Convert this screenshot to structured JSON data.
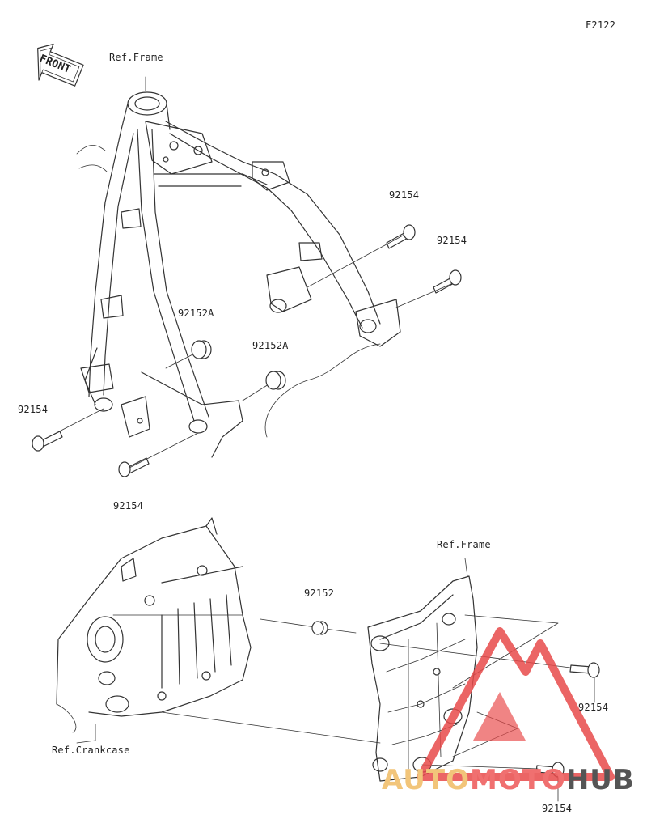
{
  "diagram": {
    "code": "F2122",
    "front_label": "FRONT",
    "ref_frame_top": "Ref.Frame",
    "ref_frame_bottom": "Ref.Frame",
    "ref_crankcase": "Ref.Crankcase",
    "part_labels": [
      {
        "id": "bolt-upper-1",
        "text": "92154"
      },
      {
        "id": "bolt-upper-2",
        "text": "92154"
      },
      {
        "id": "collar-1",
        "text": "92152A"
      },
      {
        "id": "collar-2",
        "text": "92152A"
      },
      {
        "id": "bolt-left",
        "text": "92154"
      },
      {
        "id": "bolt-lower",
        "text": "92154"
      },
      {
        "id": "collar-3",
        "text": "92152"
      },
      {
        "id": "bolt-bracket-1",
        "text": "92154"
      },
      {
        "id": "bolt-bracket-2",
        "text": "92154"
      }
    ]
  },
  "watermark": {
    "part1": "AUTO",
    "part2": "MOTO",
    "part3": "HUB",
    "colors": {
      "part1": "#f2c57a",
      "part2": "#f07070",
      "part3": "#555555",
      "triangle": "#e84b4b"
    }
  }
}
